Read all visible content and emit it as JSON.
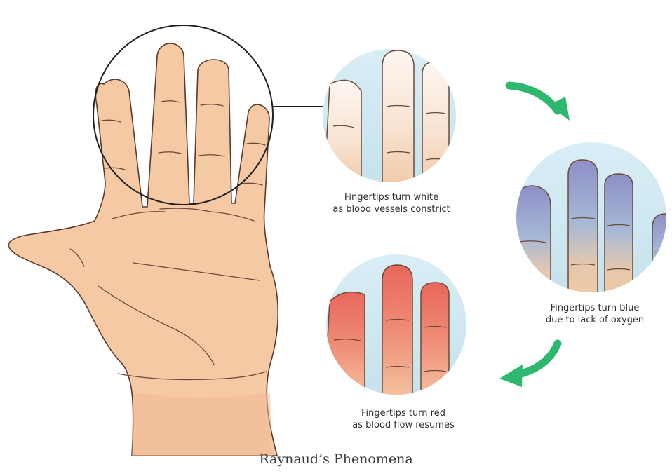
{
  "stages": [
    {
      "name": "white",
      "line1": "Fingertips turn white",
      "line2": "as blood vessels constrict",
      "tip_color": "#fbf1e9",
      "background_color": "#cfe8f1"
    },
    {
      "name": "blue",
      "line1": "Fingertips turn blue",
      "line2": "due to lack of oxygen",
      "tip_color": "#8e92c8",
      "background_color": "#cfe8f1"
    },
    {
      "name": "red",
      "line1": "Fingertips turn red",
      "line2": "as blood flow resumes",
      "tip_color": "#e86a5c",
      "background_color": "#cfe8f1"
    }
  ],
  "caption": "Raynaud’s Phenomena",
  "colors": {
    "skin": "#f5c9a4",
    "skin_shade": "#e7ab86",
    "outline": "#5a3a2c",
    "arrow": "#2db86f"
  }
}
